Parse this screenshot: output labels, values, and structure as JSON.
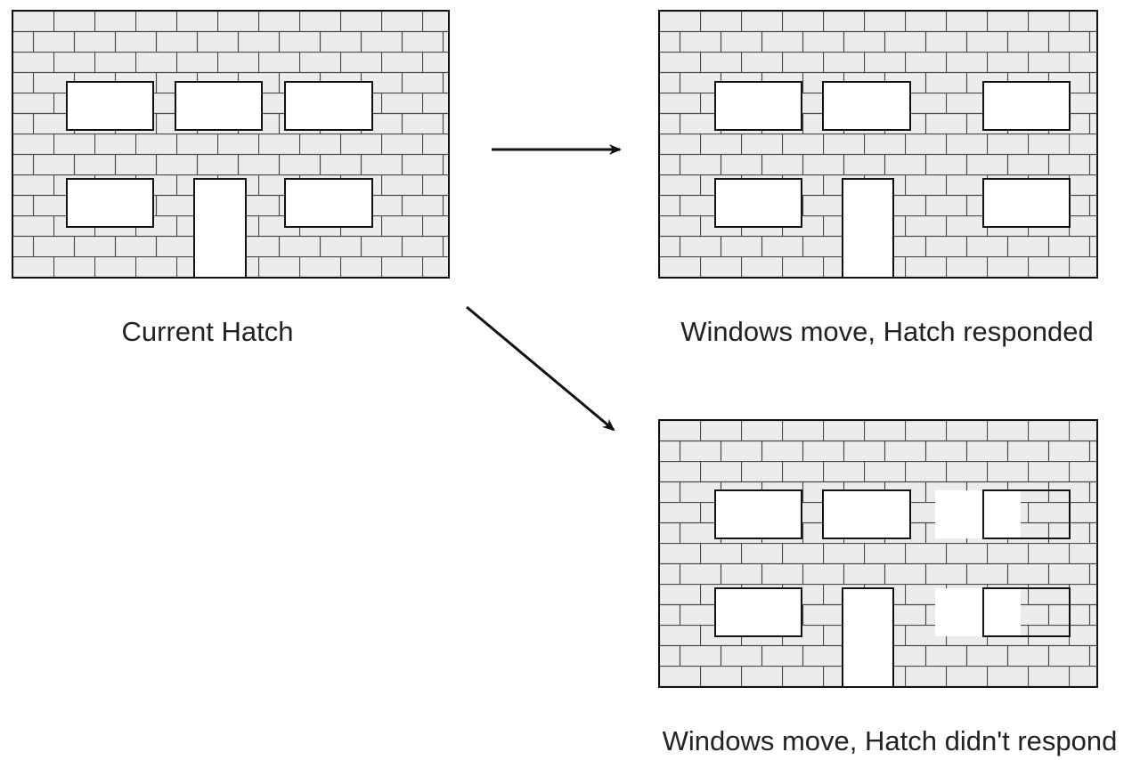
{
  "colors": {
    "background": "#ffffff",
    "brick_fill": "#ececec",
    "mortar": "#4a4a4a",
    "outline": "#111111",
    "opening_fill": "#ffffff",
    "arrow": "#111111",
    "caption": "#222222"
  },
  "panels": [
    {
      "id": "current",
      "caption": "Current Hatch"
    },
    {
      "id": "responded",
      "caption": "Windows move, Hatch responded"
    },
    {
      "id": "not-responded",
      "caption": "Windows move, Hatch didn't respond"
    }
  ],
  "icons": {
    "arrow_right": "arrow-right-icon",
    "arrow_down_right": "arrow-down-right-icon"
  }
}
